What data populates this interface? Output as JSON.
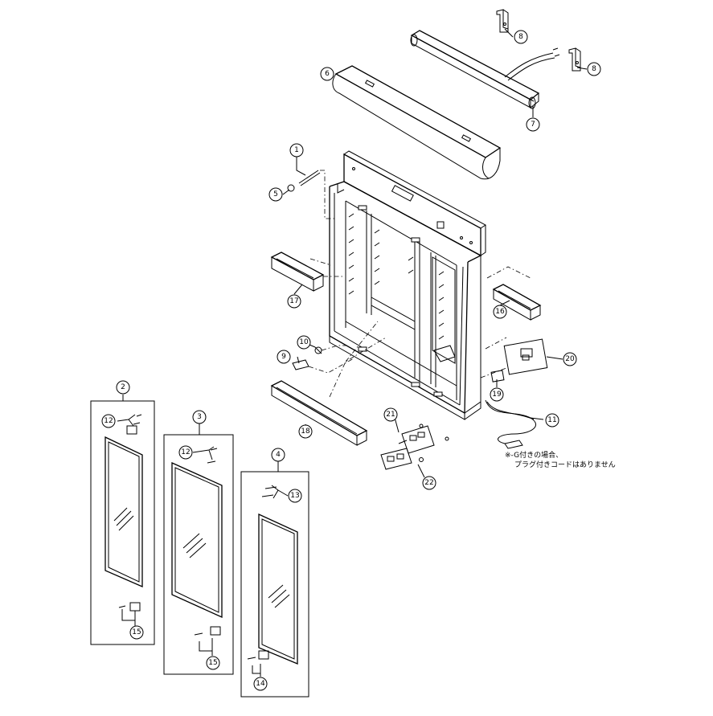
{
  "callouts": [
    {
      "id": "1",
      "label": "1"
    },
    {
      "id": "2",
      "label": "2"
    },
    {
      "id": "3",
      "label": "3"
    },
    {
      "id": "4",
      "label": "4"
    },
    {
      "id": "5",
      "label": "5"
    },
    {
      "id": "6",
      "label": "6"
    },
    {
      "id": "7",
      "label": "7"
    },
    {
      "id": "8a",
      "label": "8"
    },
    {
      "id": "8b",
      "label": "8"
    },
    {
      "id": "9",
      "label": "9"
    },
    {
      "id": "10",
      "label": "10"
    },
    {
      "id": "11",
      "label": "11"
    },
    {
      "id": "12a",
      "label": "12"
    },
    {
      "id": "12b",
      "label": "12"
    },
    {
      "id": "13",
      "label": "13"
    },
    {
      "id": "14",
      "label": "14"
    },
    {
      "id": "15a",
      "label": "15"
    },
    {
      "id": "15b",
      "label": "15"
    },
    {
      "id": "16",
      "label": "16"
    },
    {
      "id": "17",
      "label": "17"
    },
    {
      "id": "18",
      "label": "18"
    },
    {
      "id": "19",
      "label": "19"
    },
    {
      "id": "20",
      "label": "20"
    },
    {
      "id": "21",
      "label": "21"
    },
    {
      "id": "22",
      "label": "22"
    }
  ],
  "note": {
    "line1": "※-G付きの場合、",
    "line2": "プラグ付きコードはありません"
  }
}
